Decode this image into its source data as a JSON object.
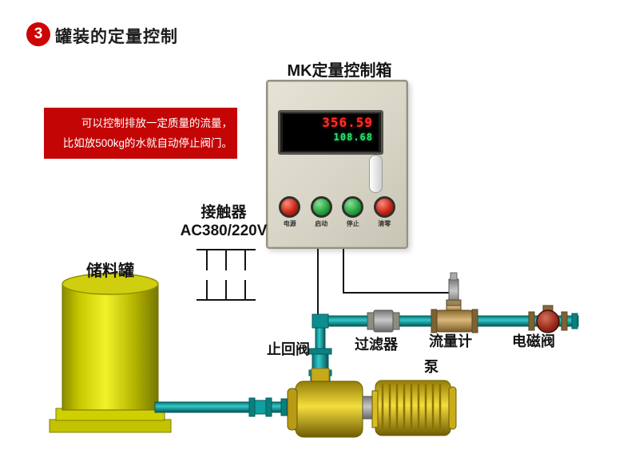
{
  "page": {
    "step_number": "3",
    "title": "罐装的定量控制"
  },
  "note": {
    "line1": "可以控制排放一定质量的流量，",
    "line2": "比如放500kg的水就自动停止阀门。"
  },
  "control_box": {
    "title": "MK定量控制箱",
    "display": {
      "pv": "356.59",
      "sv": "108.68"
    },
    "buttons": [
      {
        "label": "电源",
        "color": "red"
      },
      {
        "label": "启动",
        "color": "green"
      },
      {
        "label": "停止",
        "color": "green"
      },
      {
        "label": "清零",
        "color": "red"
      }
    ]
  },
  "contactor": {
    "name": "接触器",
    "rating": "AC380/220V"
  },
  "tank": {
    "name": "储料罐"
  },
  "pipeline": {
    "check_valve": "止回阀",
    "filter": "过滤器",
    "flow_meter": "流量计",
    "solenoid_valve": "电磁阀",
    "pump": "泵"
  },
  "colors": {
    "accent_red": "#c40505",
    "pipe_teal": "#119a9a",
    "tank_yellow": "#d8d400",
    "pump_yellow": "#e0c61e"
  }
}
